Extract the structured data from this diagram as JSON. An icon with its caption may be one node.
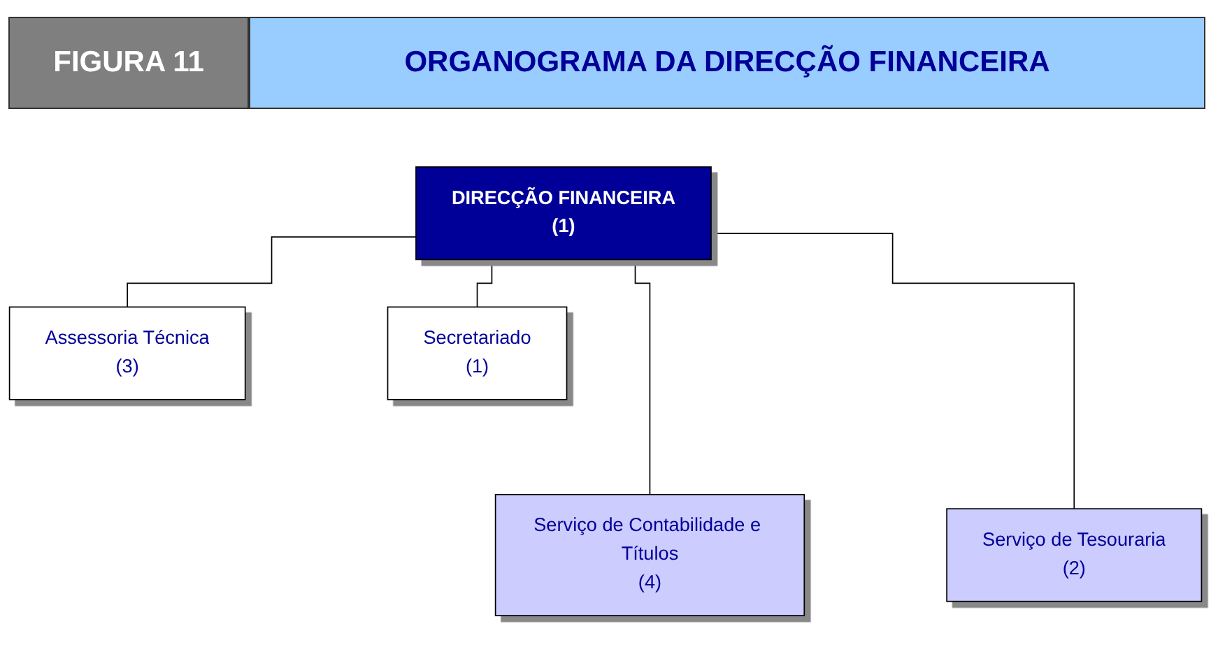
{
  "diagram": {
    "title": "ORGANOGRAMA DA DIRECÇÃO FINANCEIRA",
    "nodes": [
      {
        "text": [
          "DIRECÇÃO FINANCEIRA",
          "(1)"
        ]
      },
      {
        "text": [
          "Assessoria Técnica",
          "(3)"
        ]
      },
      {
        "text": [
          "Secretariado",
          "(1)"
        ]
      },
      {
        "text": [
          "Serviço de Contabilidade e Títulos",
          "(4)"
        ]
      },
      {
        "text": [
          "Serviço de Tesouraria",
          "(2)"
        ]
      }
    ],
    "edges": [
      {
        "from": 0,
        "to": 1,
        "arrow": "none"
      },
      {
        "from": 0,
        "to": 2,
        "arrow": "none"
      },
      {
        "from": 0,
        "to": 3,
        "arrow": "none"
      },
      {
        "from": 0,
        "to": 4,
        "arrow": "none"
      }
    ],
    "labels": [
      "FIGURA 11"
    ]
  }
}
